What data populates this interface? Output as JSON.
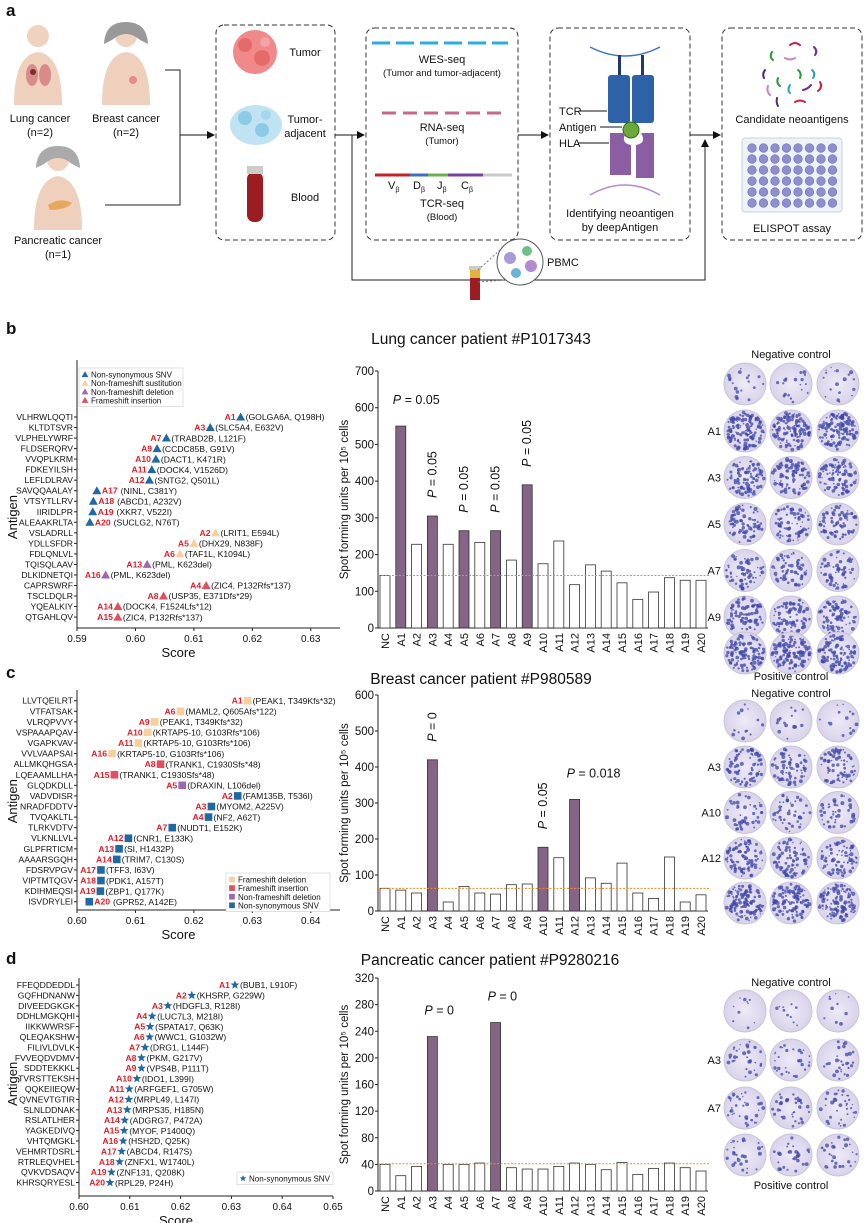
{
  "panel_labels": {
    "a": "a",
    "b": "b",
    "c": "c",
    "d": "d"
  },
  "workflow": {
    "lung": "Lung cancer",
    "lung_n": "(n=2)",
    "breast": "Breast cancer",
    "breast_n": "(n=2)",
    "pancreatic": "Pancreatic cancer",
    "pancreatic_n": "(n=1)",
    "tumor": "Tumor",
    "adjacent_1": "Tumor-",
    "adjacent_2": "adjacent",
    "blood": "Blood",
    "wes": "WES-seq",
    "wes_sub": "(Tumor and tumor-adjacent)",
    "rna": "RNA-seq",
    "rna_sub": "(Tumor)",
    "segments": [
      "V",
      "D",
      "J",
      "C"
    ],
    "segment_sub": "β",
    "tcrseq": "TCR-seq",
    "tcrseq_sub": "(Blood)",
    "tcr": "TCR",
    "antigen": "Antigen",
    "hla": "HLA",
    "identify_1": "Identifying neoantigen",
    "identify_2": "by deepAntigen",
    "candidates": "Candidate neoantigens",
    "elispot": "ELISPOT assay",
    "pbmc": "PBMC"
  },
  "panels": {
    "b": {
      "title": "Lung cancer patient #P1017343"
    },
    "c": {
      "title": "Breast cancer patient #P980589"
    },
    "d": {
      "title": "Pancreatic cancer patient #P9280216"
    }
  },
  "colors": {
    "Non-synonymous SNV": "#1f6aa5",
    "Non-frameshift sustitution": "#f9cf9d",
    "Non-frameshift deletion": "#9a68b0",
    "Frameshift insertion": "#e1505c",
    "Frameshift deletion": "#f9cf9d",
    "highlight_bar": "#856486",
    "nc_line": "#f08a24",
    "label_red": "#e0202a"
  },
  "elispot": {
    "b": {
      "negative": "Negative control",
      "rows": [
        "A1",
        "A3",
        "A5",
        "A7",
        "A9"
      ],
      "positive": "Positive control"
    },
    "c": {
      "negative": "Negative control",
      "rows": [
        "A3",
        "A10",
        "A12"
      ]
    },
    "d": {
      "negative": "Negative control",
      "rows": [
        "A3",
        "A7"
      ],
      "positive": "Positive control"
    }
  },
  "chart_data": [
    {
      "panel": "b",
      "type": "scatter",
      "xlabel": "Score",
      "ylabel": "Antigen",
      "xlim": [
        0.59,
        0.635
      ],
      "xticks": [
        "0.59",
        "0.60",
        "0.61",
        "0.62",
        "0.63"
      ],
      "marker": "triangle",
      "legend": [
        "Non-synonymous SNV",
        "Non-frameshift sustitution",
        "Non-frameshift deletion",
        "Frameshift insertion"
      ],
      "legend_position": "top-left",
      "points": [
        {
          "antigen": "VLHRWLQQTI",
          "id": "A1",
          "note": "(GOLGA6A, Q198H)",
          "score": 0.618,
          "type": "Non-synonymous SNV"
        },
        {
          "antigen": "KLTDTSVR",
          "id": "A3",
          "note": "(SLC5A4, E632V)",
          "score": 0.6128,
          "type": "Non-synonymous SNV"
        },
        {
          "antigen": "VLPHELYWRF",
          "id": "A7",
          "note": "(TRABD2B, L121F)",
          "score": 0.6053,
          "type": "Non-synonymous SNV"
        },
        {
          "antigen": "FLDSERQRV",
          "id": "A9",
          "note": "(CCDC85B, G91V)",
          "score": 0.6037,
          "type": "Non-synonymous SNV"
        },
        {
          "antigen": "VVQPLKRM",
          "id": "A10",
          "note": "(DACT1, K471R)",
          "score": 0.6035,
          "type": "Non-synonymous SNV"
        },
        {
          "antigen": "FDKEYILSH",
          "id": "A11",
          "note": "(DOCK4, V1526D)",
          "score": 0.6028,
          "type": "Non-synonymous SNV"
        },
        {
          "antigen": "LEFLDLRAV",
          "id": "A12",
          "note": "(SNTG2, Q501L)",
          "score": 0.6024,
          "type": "Non-synonymous SNV"
        },
        {
          "antigen": "SAVQQAALAY",
          "id": "A17",
          "note": "(NINL, C381Y)",
          "score": 0.5934,
          "type": "Non-synonymous SNV"
        },
        {
          "antigen": "VTSYTLLRV",
          "id": "A18",
          "note": "(ABCD1, A232V)",
          "score": 0.5928,
          "type": "Non-synonymous SNV"
        },
        {
          "antigen": "IIRIDLPR",
          "id": "A19",
          "note": "(XKR7, V522I)",
          "score": 0.5927,
          "type": "Non-synonymous SNV"
        },
        {
          "antigen": "ALEAAKRLTA",
          "id": "A20",
          "note": "(SUCLG2, N76T)",
          "score": 0.5922,
          "type": "Non-synonymous SNV"
        },
        {
          "antigen": "VSLADRLL",
          "id": "A2",
          "note": "(LRIT1, E594L)",
          "score": 0.6137,
          "type": "Non-frameshift sustitution"
        },
        {
          "antigen": "YDLLSFDR",
          "id": "A5",
          "note": "(DHX29, N838F)",
          "score": 0.61,
          "type": "Non-frameshift sustitution"
        },
        {
          "antigen": "FDLQNLVL",
          "id": "A6",
          "note": "(TAF1L, K1094L)",
          "score": 0.6076,
          "type": "Non-frameshift sustitution"
        },
        {
          "antigen": "TQISQLAAV",
          "id": "A13",
          "note": "(PML, K623del)",
          "score": 0.602,
          "type": "Non-frameshift deletion"
        },
        {
          "antigen": "DLKIDNETQI",
          "id": "A16",
          "note": "(PML, K623del)",
          "score": 0.5949,
          "type": "Non-frameshift deletion"
        },
        {
          "antigen": "CAPRSWRF",
          "id": "A4",
          "note": "(ZIC4, P132Rfs*137)",
          "score": 0.6121,
          "type": "Frameshift insertion"
        },
        {
          "antigen": "TSCLDQLR",
          "id": "A8",
          "note": "(USP35, E371Dfs*29)",
          "score": 0.6048,
          "type": "Frameshift insertion"
        },
        {
          "antigen": "YQEALKIY",
          "id": "A14",
          "note": "(DOCK4, F1524Lfs*12)",
          "score": 0.597,
          "type": "Frameshift insertion"
        },
        {
          "antigen": "QTGAHLQV",
          "id": "A15",
          "note": "(ZIC4, P132Rfs*137)",
          "score": 0.597,
          "type": "Frameshift insertion"
        }
      ]
    },
    {
      "panel": "b",
      "type": "bar",
      "ylabel": "Spot forming units per 10⁵ cells",
      "ylim": [
        0,
        700
      ],
      "yticks": [
        0,
        100,
        200,
        300,
        400,
        500,
        600,
        700
      ],
      "nc_reference": 143,
      "categories": [
        "NC",
        "A1",
        "A2",
        "A3",
        "A4",
        "A5",
        "A6",
        "A7",
        "A8",
        "A9",
        "A10",
        "A11",
        "A12",
        "A13",
        "A14",
        "A15",
        "A16",
        "A17",
        "A18",
        "A19",
        "A20"
      ],
      "values": [
        143,
        550,
        228,
        305,
        228,
        265,
        233,
        265,
        185,
        390,
        175,
        237,
        118,
        172,
        155,
        123,
        78,
        98,
        137,
        130,
        130
      ],
      "highlighted": [
        "A1",
        "A3",
        "A5",
        "A7",
        "A9"
      ],
      "p_labels": [
        {
          "category": "A1",
          "text": "P = 0.05",
          "orientation": "horizontal"
        },
        {
          "category": "A3",
          "text": "P = 0.05",
          "orientation": "vertical"
        },
        {
          "category": "A5",
          "text": "P = 0.05",
          "orientation": "vertical"
        },
        {
          "category": "A7",
          "text": "P = 0.05",
          "orientation": "vertical"
        },
        {
          "category": "A9",
          "text": "P = 0.05",
          "orientation": "vertical"
        }
      ]
    },
    {
      "panel": "c",
      "type": "scatter",
      "xlabel": "Score",
      "ylabel": "Antigen",
      "xlim": [
        0.6,
        0.645
      ],
      "xticks": [
        "0.60",
        "0.61",
        "0.62",
        "0.63",
        "0.64"
      ],
      "marker": "square",
      "legend": [
        "Frameshift deletion",
        "Frameshift insertion",
        "Non-frameshift deletion",
        "Non-synonymous SNV"
      ],
      "legend_position": "bottom-right",
      "points": [
        {
          "antigen": "LLVTQEILRT",
          "id": "A1",
          "note": "(PEAK1, T349Kfs*32)",
          "score": 0.6292,
          "type": "Frameshift deletion"
        },
        {
          "antigen": "VTFATSAK",
          "id": "A6",
          "note": "(MAML2, Q605Afs*122)",
          "score": 0.6177,
          "type": "Frameshift deletion"
        },
        {
          "antigen": "VLRQPVVY",
          "id": "A9",
          "note": "(PEAK1, T349Kfs*32)",
          "score": 0.6133,
          "type": "Frameshift deletion"
        },
        {
          "antigen": "VSPAAAPQAV",
          "id": "A10",
          "note": "(KRTAP5-10, G103Rfs*106)",
          "score": 0.6121,
          "type": "Frameshift deletion"
        },
        {
          "antigen": "VGAPKVAV",
          "id": "A11",
          "note": "(KRTAP5-10, G103Rfs*106)",
          "score": 0.6105,
          "type": "Frameshift deletion"
        },
        {
          "antigen": "VVLVAAPSAI",
          "id": "A16",
          "note": "(KRTAP5-10, G103Rfs*106)",
          "score": 0.606,
          "type": "Frameshift deletion"
        },
        {
          "antigen": "ALLMKQHGSA",
          "id": "A8",
          "note": "(TRANK1, C1930Sfs*48)",
          "score": 0.6143,
          "type": "Frameshift insertion"
        },
        {
          "antigen": "LQEAAMLLHA",
          "id": "A15",
          "note": "(TRANK1, C1930Sfs*48)",
          "score": 0.6064,
          "type": "Frameshift insertion"
        },
        {
          "antigen": "GLQDKDLL",
          "id": "A5",
          "note": "(DRAXIN, L106del)",
          "score": 0.618,
          "type": "Non-frameshift deletion"
        },
        {
          "antigen": "VADVDISR",
          "id": "A2",
          "note": "(FAM135B, T536I)",
          "score": 0.6275,
          "type": "Non-synonymous SNV"
        },
        {
          "antigen": "NRADFDDTV",
          "id": "A3",
          "note": "(MYOM2, A225V)",
          "score": 0.623,
          "type": "Non-synonymous SNV"
        },
        {
          "antigen": "TVQAKLTL",
          "id": "A4",
          "note": "(NF2, A62T)",
          "score": 0.6225,
          "type": "Non-synonymous SNV"
        },
        {
          "antigen": "TLRKVDTV",
          "id": "A7",
          "note": "(NUDT1, E152K)",
          "score": 0.6163,
          "type": "Non-synonymous SNV"
        },
        {
          "antigen": "VLKNLLVL",
          "id": "A12",
          "note": "(CNR1, E133K)",
          "score": 0.6088,
          "type": "Non-synonymous SNV"
        },
        {
          "antigen": "GLPFRTICM",
          "id": "A13",
          "note": "(SI, H1432P)",
          "score": 0.6072,
          "type": "Non-synonymous SNV"
        },
        {
          "antigen": "AAAARSGQH",
          "id": "A14",
          "note": "(TRIM7, C130S)",
          "score": 0.6068,
          "type": "Non-synonymous SNV"
        },
        {
          "antigen": "FDSRVPGV",
          "id": "A17",
          "note": "(TFF3, I63V)",
          "score": 0.6041,
          "type": "Non-synonymous SNV"
        },
        {
          "antigen": "VIPTMTQGV",
          "id": "A18",
          "note": "(PDK1, A157T)",
          "score": 0.6041,
          "type": "Non-synonymous SNV"
        },
        {
          "antigen": "KDIHMEQSI",
          "id": "A19",
          "note": "(ZBP1, Q177K)",
          "score": 0.604,
          "type": "Non-synonymous SNV"
        },
        {
          "antigen": "ISVDRYLEI",
          "id": "A20",
          "note": "(GPR52, A142E)",
          "score": 0.6021,
          "type": "Non-synonymous SNV"
        }
      ]
    },
    {
      "panel": "c",
      "type": "bar",
      "ylabel": "Spot forming units per 10⁵ cells",
      "ylim": [
        0,
        600
      ],
      "yticks": [
        0,
        100,
        200,
        300,
        400,
        500,
        600
      ],
      "nc_reference": 63,
      "categories": [
        "NC",
        "A1",
        "A2",
        "A3",
        "A4",
        "A5",
        "A6",
        "A7",
        "A8",
        "A9",
        "A10",
        "A11",
        "A12",
        "A13",
        "A14",
        "A15",
        "A16",
        "A17",
        "A18",
        "A19",
        "A20"
      ],
      "values": [
        63,
        58,
        50,
        420,
        25,
        68,
        50,
        47,
        73,
        75,
        177,
        148,
        310,
        92,
        77,
        133,
        50,
        35,
        150,
        25,
        45
      ],
      "highlighted": [
        "A3",
        "A10",
        "A12"
      ],
      "p_labels": [
        {
          "category": "A3",
          "text": "P = 0",
          "orientation": "vertical"
        },
        {
          "category": "A10",
          "text": "P = 0.05",
          "orientation": "vertical"
        },
        {
          "category": "A12",
          "text": "P = 0.018",
          "orientation": "horizontal"
        }
      ]
    },
    {
      "panel": "d",
      "type": "scatter",
      "xlabel": "Score",
      "ylabel": "Antigen",
      "xlim": [
        0.6,
        0.65
      ],
      "xticks": [
        "0.60",
        "0.61",
        "0.62",
        "0.63",
        "0.64",
        "0.65"
      ],
      "marker": "star",
      "legend": [
        "Non-synonymous SNV"
      ],
      "legend_position": "bottom-right",
      "points": [
        {
          "antigen": "FFEQDDEDDL",
          "id": "A1",
          "note": "(BUB1, L910F)",
          "score": 0.6307,
          "type": "Non-synonymous SNV"
        },
        {
          "antigen": "GQFHDNANW",
          "id": "A2",
          "note": "(KHSRP, G229W)",
          "score": 0.6222,
          "type": "Non-synonymous SNV"
        },
        {
          "antigen": "DIVEEDGKGK",
          "id": "A3",
          "note": "(HDGFL3, R128I)",
          "score": 0.6175,
          "type": "Non-synonymous SNV"
        },
        {
          "antigen": "DDHLMGKQHI",
          "id": "A4",
          "note": "(LUC7L3, M218I)",
          "score": 0.6144,
          "type": "Non-synonymous SNV"
        },
        {
          "antigen": "IIKKWWRSF",
          "id": "A5",
          "note": "(SPATA17, Q63K)",
          "score": 0.614,
          "type": "Non-synonymous SNV"
        },
        {
          "antigen": "QLEQAKSHW",
          "id": "A6",
          "note": "(WWC1, G1032W)",
          "score": 0.6139,
          "type": "Non-synonymous SNV"
        },
        {
          "antigen": "FILIVLDVLK",
          "id": "A7",
          "note": "(DRG1, L144F)",
          "score": 0.613,
          "type": "Non-synonymous SNV"
        },
        {
          "antigen": "FVVEQDVDMV",
          "id": "A8",
          "note": "(PKM, G217V)",
          "score": 0.6123,
          "type": "Non-synonymous SNV"
        },
        {
          "antigen": "SDDTEKKKL",
          "id": "A9",
          "note": "(VPS4B, P111T)",
          "score": 0.6123,
          "type": "Non-synonymous SNV"
        },
        {
          "antigen": "TVRSTTEKSH",
          "id": "A10",
          "note": "(IDO1, L399I)",
          "score": 0.6114,
          "type": "Non-synonymous SNV"
        },
        {
          "antigen": "QQKEIIEQW",
          "id": "A11",
          "note": "(ARFGEF1, G705W)",
          "score": 0.6099,
          "type": "Non-synonymous SNV"
        },
        {
          "antigen": "QVNEVTGTIR",
          "id": "A12",
          "note": "(MRPL49, L147I)",
          "score": 0.6098,
          "type": "Non-synonymous SNV"
        },
        {
          "antigen": "SLNLDDNAK",
          "id": "A13",
          "note": "(MRPS35, H185N)",
          "score": 0.6095,
          "type": "Non-synonymous SNV"
        },
        {
          "antigen": "RSLATLHER",
          "id": "A14",
          "note": "(ADGRG7, P472A)",
          "score": 0.609,
          "type": "Non-synonymous SNV"
        },
        {
          "antigen": "YAGKEDIVQ",
          "id": "A15",
          "note": "(MYOF, P1400Q)",
          "score": 0.6089,
          "type": "Non-synonymous SNV"
        },
        {
          "antigen": "VHTQMGKL",
          "id": "A16",
          "note": "(HSH2D, Q25K)",
          "score": 0.6087,
          "type": "Non-synonymous SNV"
        },
        {
          "antigen": "VEHMRTDSRL",
          "id": "A17",
          "note": "(ABCD4, R147S)",
          "score": 0.6084,
          "type": "Non-synonymous SNV"
        },
        {
          "antigen": "RTRLEQVHEL",
          "id": "A18",
          "note": "(ZNFX1, W1740L)",
          "score": 0.608,
          "type": "Non-synonymous SNV"
        },
        {
          "antigen": "QVKVDSAQV",
          "id": "A19",
          "note": "(ZNF131, Q208K)",
          "score": 0.6064,
          "type": "Non-synonymous SNV"
        },
        {
          "antigen": "KHRSQRYESL",
          "id": "A20",
          "note": "(RPL29, P24H)",
          "score": 0.6061,
          "type": "Non-synonymous SNV"
        }
      ]
    },
    {
      "panel": "d",
      "type": "bar",
      "ylabel": "Spot forming units per 10⁵ cells",
      "ylim": [
        0,
        320
      ],
      "yticks": [
        0,
        40,
        80,
        120,
        160,
        200,
        240,
        280,
        320
      ],
      "nc_reference": 41,
      "categories": [
        "NC",
        "A1",
        "A2",
        "A3",
        "A4",
        "A5",
        "A6",
        "A7",
        "A8",
        "A9",
        "A10",
        "A11",
        "A12",
        "A13",
        "A14",
        "A15",
        "A16",
        "A17",
        "A18",
        "A19",
        "A20"
      ],
      "values": [
        40,
        23,
        37,
        232,
        40,
        40,
        42,
        253,
        35,
        33,
        33,
        37,
        42,
        40,
        32,
        43,
        25,
        34,
        42,
        35,
        30
      ],
      "highlighted": [
        "A3",
        "A7"
      ],
      "p_labels": [
        {
          "category": "A3",
          "text": "P = 0",
          "orientation": "horizontal"
        },
        {
          "category": "A7",
          "text": "P = 0",
          "orientation": "horizontal"
        }
      ]
    }
  ]
}
